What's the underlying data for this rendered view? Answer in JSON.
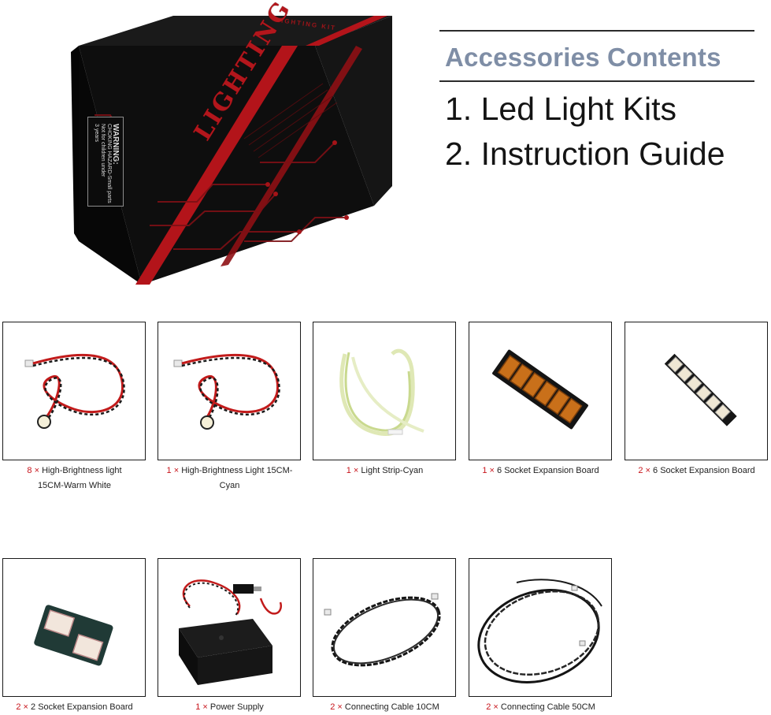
{
  "box": {
    "lettering": "LIGHTING KIT",
    "top_text": "LIGHTING KIT",
    "warning_title": "WARNING:",
    "warning_lines": [
      "CHOKING HAZARD-Small parts",
      "Not for children under",
      "3 years"
    ]
  },
  "header": {
    "title": "Accessories Contents",
    "items": [
      "1. Led Light Kits",
      "2. Instruction Guide"
    ]
  },
  "colors": {
    "quantity": "#c8141b",
    "header_title": "#7f8ea6"
  },
  "items": [
    {
      "qty": "8 ×",
      "name": "High-Brightness light",
      "name2": "15CM-Warm White",
      "icon": "warm-white-light-icon"
    },
    {
      "qty": "1 ×",
      "name": "High-Brightness Light 15CM-Cyan",
      "name2": "",
      "icon": "cyan-light-icon"
    },
    {
      "qty": "1 ×",
      "name": "Light Strip-Cyan",
      "name2": "",
      "icon": "light-strip-icon"
    },
    {
      "qty": "1 ×",
      "name": "6 Socket Expansion Board",
      "name2": "",
      "icon": "six-socket-board-icon"
    },
    {
      "qty": "2 ×",
      "name": "6 Socket Expansion Board",
      "name2": "",
      "icon": "six-socket-board-icon"
    },
    {
      "qty": "2 ×",
      "name": "2 Socket Expansion Board",
      "name2": "",
      "icon": "two-socket-board-icon"
    },
    {
      "qty": "1 ×",
      "name": "Power Supply",
      "name2": "",
      "icon": "battery-box-icon"
    },
    {
      "qty": "2 ×",
      "name": "Connecting Cable 10CM",
      "name2": "",
      "icon": "short-cable-icon"
    },
    {
      "qty": "2 ×",
      "name": "Connecting Cable 50CM",
      "name2": "",
      "icon": "long-cable-icon"
    }
  ]
}
